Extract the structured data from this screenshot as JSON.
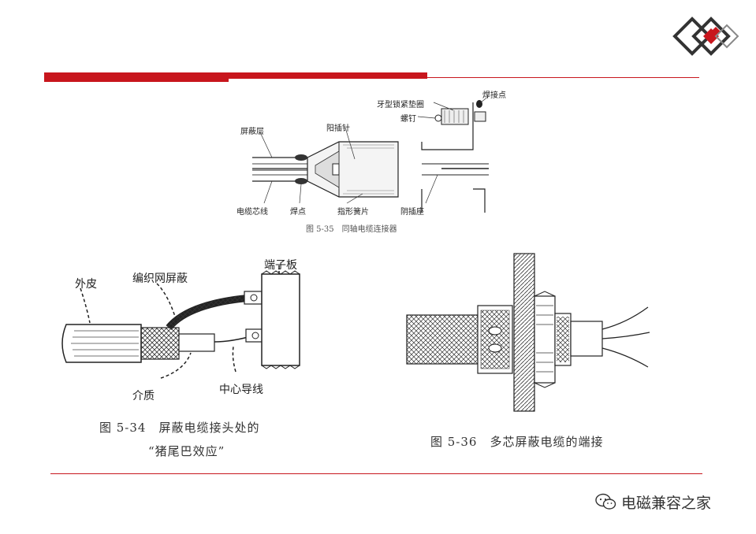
{
  "figures": {
    "fig35": {
      "caption": "图 5-35　同轴电缆连接器",
      "labels": {
        "shield_layer": "屏蔽层",
        "male_pin": "阳插针",
        "tooth_washer": "牙型锁紧垫圈",
        "solder_contact": "焊接点",
        "screw": "螺钉",
        "core_wire": "电缆芯线",
        "solder_point": "焊点",
        "finger_spring": "指形簧片",
        "female_socket": "阴插座"
      }
    },
    "fig34": {
      "caption_line1": "图 5-34　屏蔽电缆接头处的",
      "caption_line2": "“猪尾巴效应”",
      "labels": {
        "outer_jacket": "外皮",
        "braid_shield": "编织网屏蔽",
        "terminal_board": "端子板",
        "dielectric": "介质",
        "center_conductor": "中心导线"
      }
    },
    "fig36": {
      "caption": "图 5-36　多芯屏蔽电缆的端接"
    }
  },
  "watermark": {
    "text": "电磁兼容之家",
    "icon": "wechat-icon"
  },
  "colors": {
    "accent_red": "#c8161d",
    "logo_gray": "#333333"
  }
}
